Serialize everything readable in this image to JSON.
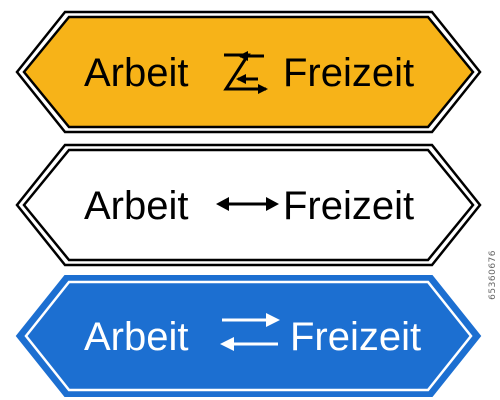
{
  "signs": [
    {
      "left_label": "Arbeit",
      "right_label": "Freizeit",
      "arrow": "zigzag-double-arrow-icon",
      "fill": "#F7B318",
      "text_color": "#000000",
      "outline": "#000000"
    },
    {
      "left_label": "Arbeit",
      "right_label": "Freizeit",
      "arrow": "double-headed-arrow-icon",
      "fill": "#FFFFFF",
      "text_color": "#000000",
      "outline": "#000000"
    },
    {
      "left_label": "Arbeit",
      "right_label": "Freizeit",
      "arrow": "opposing-arrows-icon",
      "fill": "#1C6FD1",
      "text_color": "#FFFFFF",
      "outline": "#FFFFFF"
    }
  ],
  "stock_id": "65360676"
}
